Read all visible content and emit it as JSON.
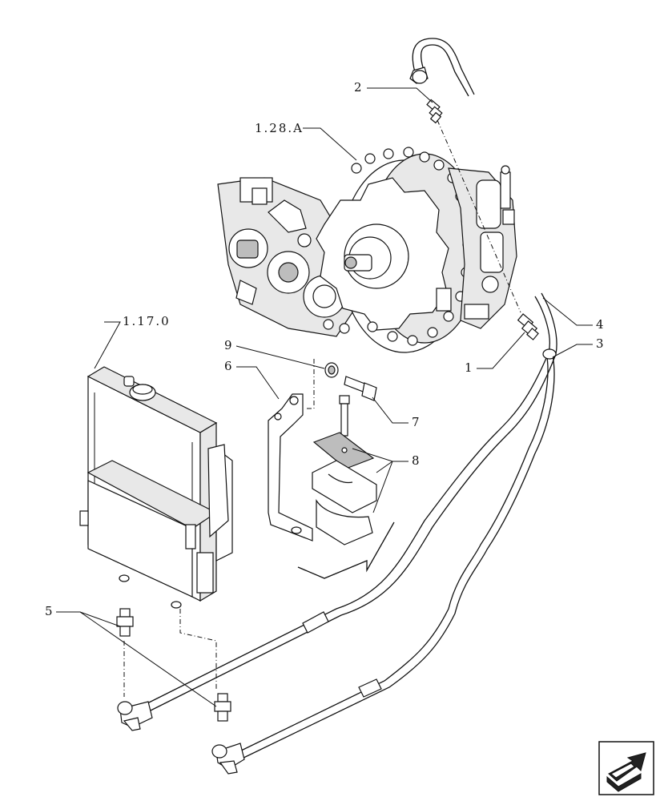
{
  "labels": {
    "ref_1_28_a": "1.28.A",
    "ref_1_17_0": "1.17.0",
    "item_1": "1",
    "item_2": "2",
    "item_3": "3",
    "item_4": "4",
    "item_5": "5",
    "item_6": "6",
    "item_7": "7",
    "item_8": "8",
    "item_9": "9"
  },
  "nav_icon": "arrow-box-icon"
}
